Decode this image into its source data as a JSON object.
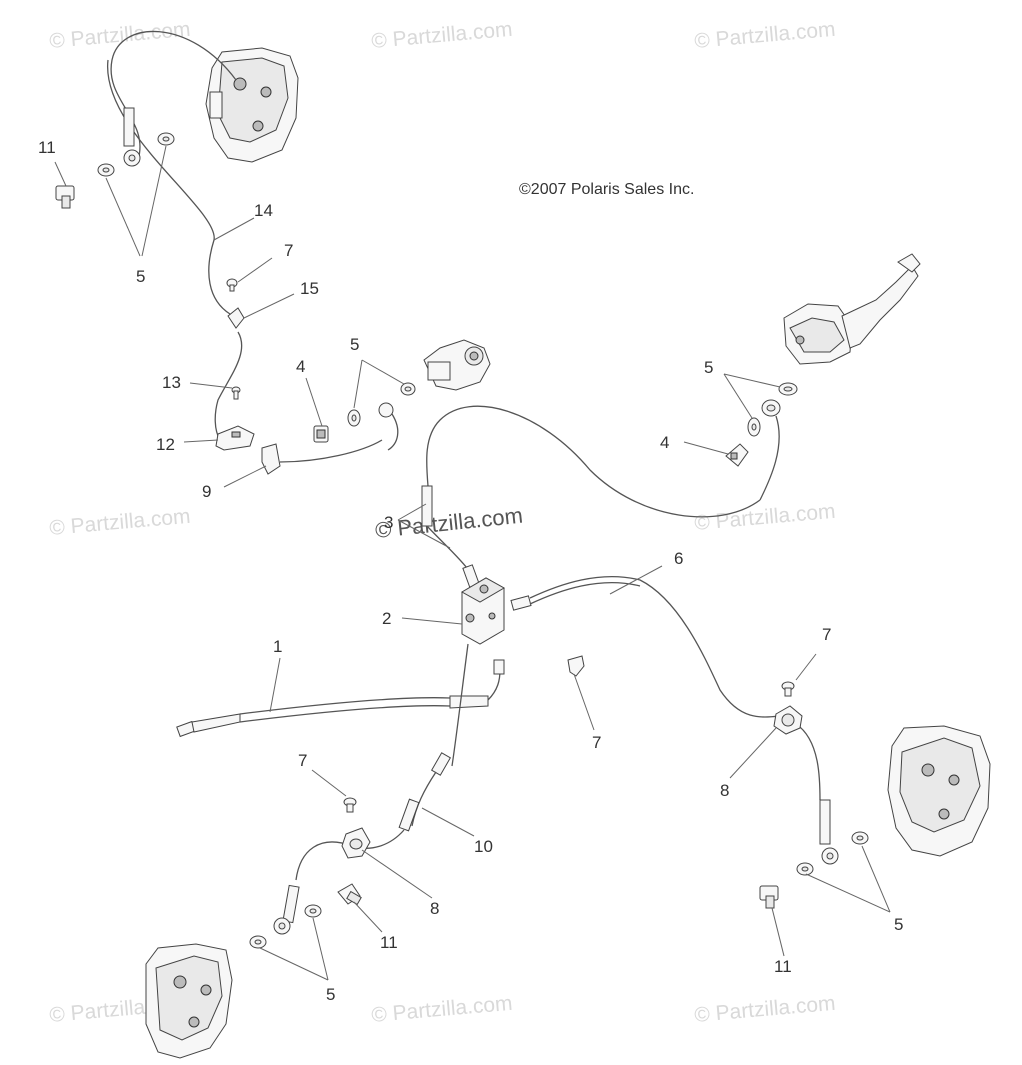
{
  "copyright": "©2007 Polaris Sales Inc.",
  "watermark": "© Partzilla.com",
  "watermark_center": "© Partzilla.com",
  "callouts": {
    "c11_top": "11",
    "c5_top": "5",
    "c14": "14",
    "c7_top": "7",
    "c15": "15",
    "c13": "13",
    "c12": "12",
    "c9": "9",
    "c4_left": "4",
    "c5_mid": "5",
    "c5_right": "5",
    "c4_right": "4",
    "c3": "3",
    "c6": "6",
    "c2": "2",
    "c1": "1",
    "c7_center": "7",
    "c7_right": "7",
    "c8_right": "8",
    "c7_left": "7",
    "c10": "10",
    "c8_left": "8",
    "c11_left": "11",
    "c5_bottom_left": "5",
    "c5_bottom_right": "5",
    "c11_right": "11"
  }
}
